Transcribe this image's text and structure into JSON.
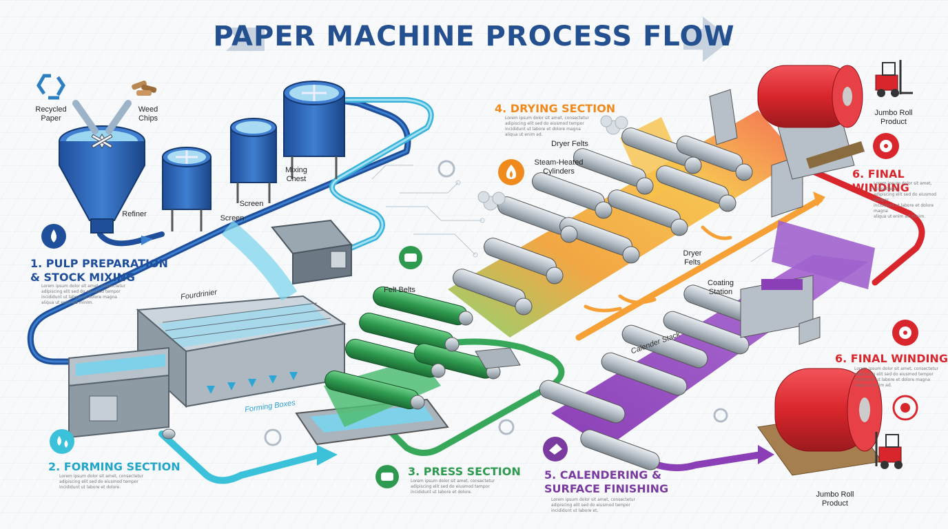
{
  "title": "PAPER MACHINE PROCESS FLOW",
  "colors": {
    "title": "#24508f",
    "step1": "#1f4e9a",
    "step2": "#22a6c8",
    "step3": "#2e9a4f",
    "step4": "#f08a1c",
    "step5": "#7a3aa0",
    "step6": "#d8262c"
  },
  "icons": [
    "recycle-icon",
    "wood-chips-icon",
    "water-drop-icon",
    "droplets-icon",
    "felt-icon",
    "flame-icon",
    "steam-icon",
    "sheet-icon",
    "roll-icon",
    "forklift-icon",
    "gear-icon"
  ],
  "steps": {
    "s1": {
      "title": "1. PULP PREPARATION\n& STOCK MIXING",
      "text": "Lorem ipsum dolor sit amet, consectetur\nadipiscing elit sed do eiusmod tempor\nincididunt ut labore et dolore magna\naliqua ut enim ad minim."
    },
    "s2": {
      "title": "2. FORMING SECTION",
      "text": "Lorem ipsum dolor sit amet, consectetur\nadipiscing elit sed do eiusmod tempor\nincididunt ut labore et dolore."
    },
    "s3": {
      "title": "3. PRESS SECTION",
      "text": "Lorem ipsum dolor sit amet, consectetur\nadipiscing elit sed do eiusmod tempor\nincididunt ut labore et dolore."
    },
    "s4": {
      "title": "4. DRYING SECTION",
      "text": "Lorem ipsum dolor sit amet, consectetur\nadipiscing elit sed do eiusmod tempor\nincididunt ut labore et dolore magna\naliqua ut enim ad."
    },
    "s5": {
      "title": "5. CALENDERING &\nSURFACE FINISHING",
      "text": "Lorem ipsum dolor sit amet, consectetur\nadipiscing elit sed do eiusmod tempor\nincididunt ut labore et."
    },
    "s6a": {
      "title": "6. FINAL WINDING",
      "text": "Lorem ipsum dolor sit amet, consectetur\nadipiscing elit sed do eiusmod tempor\nincididunt ut labore et dolore magna\naliqua ut enim ad minim."
    },
    "s6b": {
      "title": "6. FINAL WINDING",
      "text": "Lorem ipsum dolor sit amet, consectetur\nadipiscing elit sed do eiusmod tempor\nincididunt ut labore et dolore magna\naliqua ut enim ad."
    }
  },
  "labels": {
    "recycled": "Recycled\nPaper",
    "wood": "Weed\nChips",
    "refiner": "Refiner",
    "screen1": "Screen",
    "screen2": "Screen",
    "mixing": "Mixing\nChest",
    "fourdrinier": "Fourdrinier",
    "forming_boxes": "Forming Boxes",
    "felt_belts": "Felt Belts",
    "dryer_felts_top": "Dryer Felts",
    "steam": "Steam-Heated\nCylinders",
    "dryer_felts_bottom": "Dryer\nFelts",
    "coating": "Coating\nStation",
    "calender": "Calender Stack",
    "jumbo_top": "Jumbo Roll\nProduct",
    "jumbo_bottom": "Jumbo Roll\nProduct"
  }
}
